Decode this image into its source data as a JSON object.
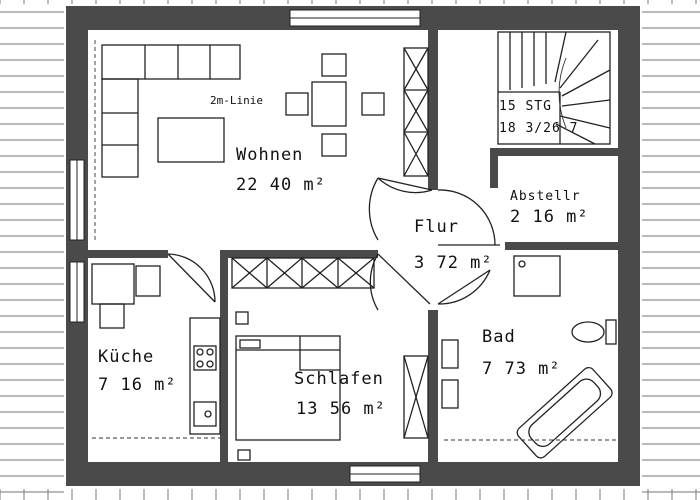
{
  "rooms": {
    "wohnen": {
      "name": "Wohnen",
      "area": "22 40 m²"
    },
    "flur": {
      "name": "Flur",
      "area": "3 72 m²"
    },
    "abstellr": {
      "name": "Abstellr",
      "area": "2 16 m²"
    },
    "kueche": {
      "name": "Küche",
      "area": "7 16 m²"
    },
    "schlafen": {
      "name": "Schlafen",
      "area": "13 56 m²"
    },
    "bad": {
      "name": "Bad",
      "area": "7 73 m²"
    }
  },
  "annotations": {
    "knee_wall_line": "2m-Linie",
    "stair_line_1": "15 STG",
    "stair_line_2": "18 3/26 7"
  }
}
